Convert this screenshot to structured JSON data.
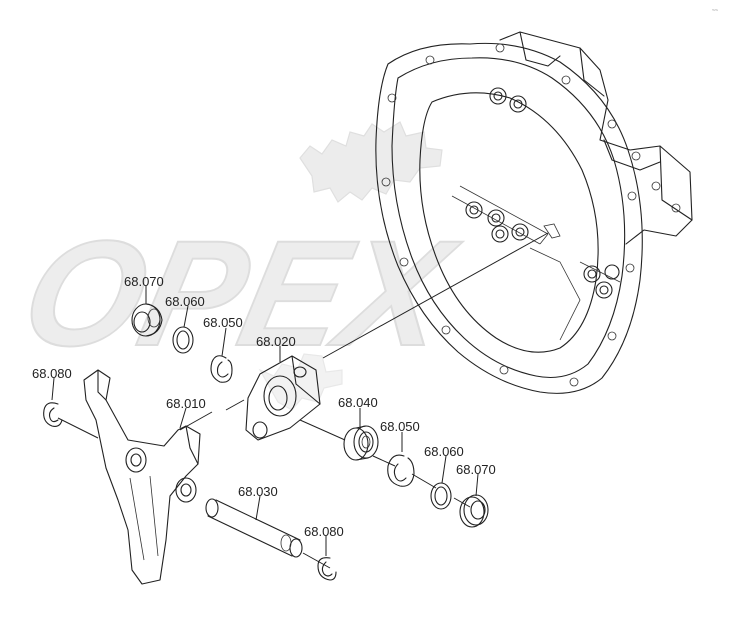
{
  "watermark": {
    "text": "OPEX"
  },
  "corner_tag": "~~",
  "parts": [
    {
      "id": "p-68070-a",
      "label": "68.070"
    },
    {
      "id": "p-68060-a",
      "label": "68.060"
    },
    {
      "id": "p-68050-a",
      "label": "68.050"
    },
    {
      "id": "p-68020",
      "label": "68.020"
    },
    {
      "id": "p-68080-a",
      "label": "68.080"
    },
    {
      "id": "p-68010",
      "label": "68.010"
    },
    {
      "id": "p-68040",
      "label": "68.040"
    },
    {
      "id": "p-68050-b",
      "label": "68.050"
    },
    {
      "id": "p-68060-b",
      "label": "68.060"
    },
    {
      "id": "p-68070-b",
      "label": "68.070"
    },
    {
      "id": "p-68030",
      "label": "68.030"
    },
    {
      "id": "p-68080-b",
      "label": "68.080"
    }
  ]
}
